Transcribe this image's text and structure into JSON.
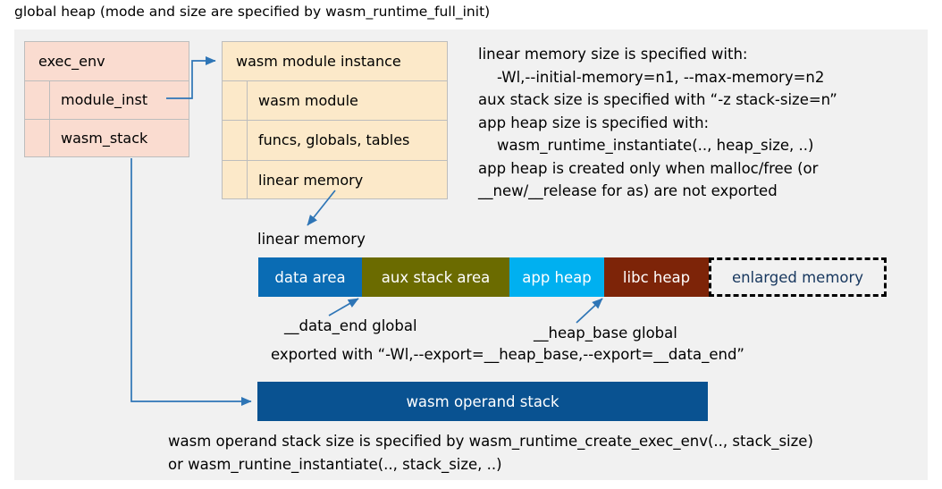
{
  "title": "global heap (mode and size are specified by wasm_runtime_full_init)",
  "colors": {
    "panel_bg": "#f1f1f1",
    "exec_env_fill": "#fadcd0",
    "module_instance_fill": "#fce9c9",
    "data_area": "#0a6cb4",
    "aux_stack_area": "#6b6b00",
    "app_heap": "#00b0f0",
    "libc_heap": "#7d2408",
    "enlarged_memory_text": "#17375e",
    "operand_stack": "#095291",
    "connector": "#2e75b6"
  },
  "exec_env": {
    "header": "exec_env",
    "fields": [
      "module_inst",
      "wasm_stack"
    ]
  },
  "module_instance": {
    "header": "wasm module instance",
    "fields": [
      "wasm module",
      "funcs, globals, tables",
      "linear memory"
    ]
  },
  "note": {
    "lines": [
      "linear memory size is specified with:",
      "    -Wl,--initial-memory=n1, --max-memory=n2",
      "aux stack size is specified with “-z stack-size=n”",
      "app heap size is specified with:",
      "    wasm_runtime_instantiate(.., heap_size, ..)",
      "app heap is created only when malloc/free (or",
      "__new/__release for as) are not exported"
    ]
  },
  "linear_memory": {
    "label": "linear memory",
    "segments": [
      {
        "label": "data area",
        "color": "#0a6cb4",
        "width": 116,
        "text_color": "#ffffff",
        "style": "solid"
      },
      {
        "label": "aux stack area",
        "color": "#6b6b00",
        "width": 165,
        "text_color": "#ffffff",
        "style": "solid"
      },
      {
        "label": "app heap",
        "color": "#00b0f0",
        "width": 106,
        "text_color": "#ffffff",
        "style": "solid"
      },
      {
        "label": "libc heap",
        "color": "#7d2408",
        "width": 117,
        "text_color": "#ffffff",
        "style": "solid"
      },
      {
        "label": "enlarged memory",
        "color": "#f1f1f1",
        "width": 199,
        "text_color": "#17375e",
        "style": "dashed"
      }
    ]
  },
  "callouts": {
    "data_end": "__data_end global",
    "heap_base": "__heap_base global",
    "exported": "exported with “-Wl,--export=__heap_base,--export=__data_end”"
  },
  "operand_stack": {
    "label": "wasm operand stack",
    "note_lines": [
      "wasm operand stack size is specified by wasm_runtime_create_exec_env(.., stack_size)",
      "or wasm_runtine_instantiate(.., stack_size, ..)"
    ]
  },
  "icons": {
    "arrow_module_inst": "arrow-right-icon",
    "arrow_linear_memory": "arrow-down-left-icon",
    "arrow_data_end": "arrow-up-right-icon",
    "arrow_heap_base": "arrow-up-right-icon",
    "arrow_wasm_stack": "arrow-right-icon"
  }
}
